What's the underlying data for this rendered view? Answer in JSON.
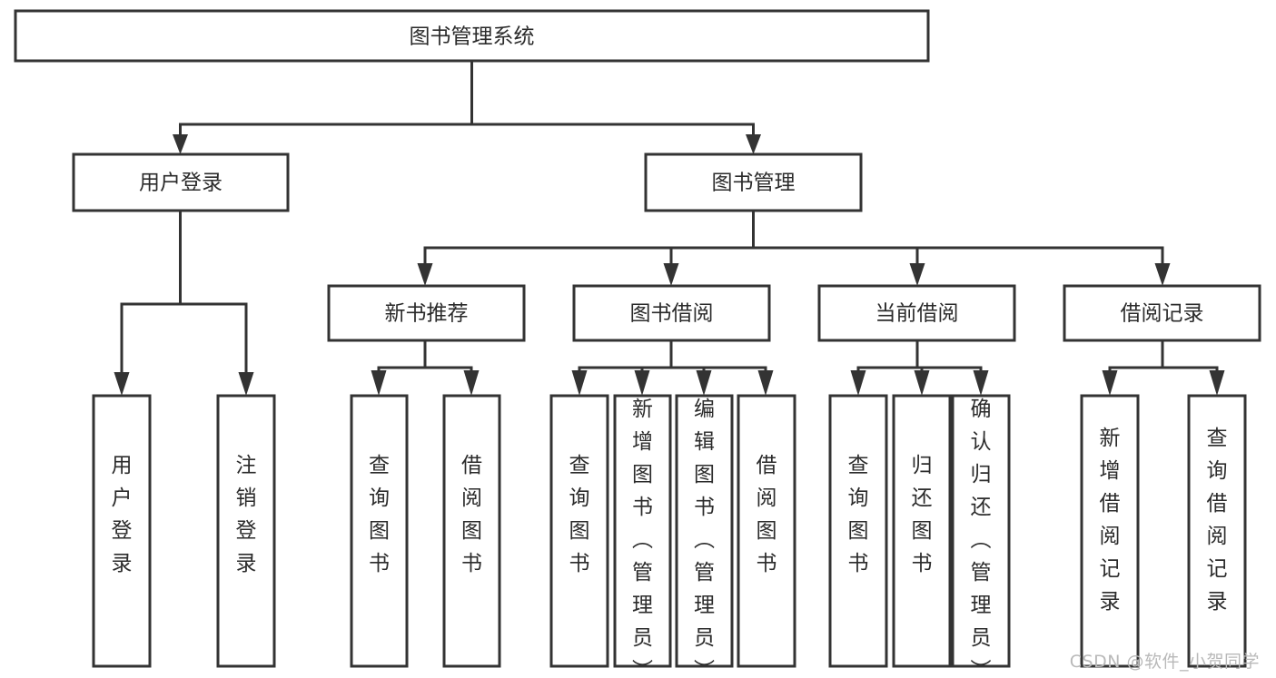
{
  "diagram": {
    "title": "图书管理系统",
    "type": "tree",
    "watermark": "CSDN @软件_小贺同学",
    "colors": {
      "box_fill": "#ffffff",
      "box_stroke": "#333333",
      "text": "#2b2b2b",
      "watermark": "#b9b9b9",
      "background": "#ffffff"
    },
    "levels": [
      {
        "level": 1,
        "nodes": [
          {
            "id": "root",
            "label": "图书管理系统",
            "orientation": "horizontal"
          }
        ]
      },
      {
        "level": 2,
        "nodes": [
          {
            "id": "login",
            "label": "用户登录",
            "orientation": "horizontal",
            "parent": "root"
          },
          {
            "id": "bookmgmt",
            "label": "图书管理",
            "orientation": "horizontal",
            "parent": "root"
          }
        ]
      },
      {
        "level": 3,
        "nodes": [
          {
            "id": "newbook",
            "label": "新书推荐",
            "orientation": "horizontal",
            "parent": "bookmgmt"
          },
          {
            "id": "borrow",
            "label": "图书借阅",
            "orientation": "horizontal",
            "parent": "bookmgmt"
          },
          {
            "id": "current",
            "label": "当前借阅",
            "orientation": "horizontal",
            "parent": "bookmgmt"
          },
          {
            "id": "record",
            "label": "借阅记录",
            "orientation": "horizontal",
            "parent": "bookmgmt"
          }
        ]
      },
      {
        "level": 4,
        "nodes": [
          {
            "id": "leaf-login-1",
            "label": "用户登录",
            "orientation": "vertical",
            "parent": "login"
          },
          {
            "id": "leaf-login-2",
            "label": "注销登录",
            "orientation": "vertical",
            "parent": "login"
          },
          {
            "id": "leaf-newbook-1",
            "label": "查询图书",
            "orientation": "vertical",
            "parent": "newbook"
          },
          {
            "id": "leaf-newbook-2",
            "label": "借阅图书",
            "orientation": "vertical",
            "parent": "newbook"
          },
          {
            "id": "leaf-borrow-1",
            "label": "查询图书",
            "orientation": "vertical",
            "parent": "borrow"
          },
          {
            "id": "leaf-borrow-2",
            "label": "新增图书（管理员）",
            "orientation": "vertical",
            "parent": "borrow"
          },
          {
            "id": "leaf-borrow-3",
            "label": "编辑图书（管理员）",
            "orientation": "vertical",
            "parent": "borrow"
          },
          {
            "id": "leaf-borrow-4",
            "label": "借阅图书",
            "orientation": "vertical",
            "parent": "borrow"
          },
          {
            "id": "leaf-current-1",
            "label": "查询图书",
            "orientation": "vertical",
            "parent": "current"
          },
          {
            "id": "leaf-current-2",
            "label": "归还图书",
            "orientation": "vertical",
            "parent": "current"
          },
          {
            "id": "leaf-current-3",
            "label": "确认归还（管理员）",
            "orientation": "vertical",
            "parent": "current"
          },
          {
            "id": "leaf-record-1",
            "label": "新增借阅记录",
            "orientation": "vertical",
            "parent": "record"
          },
          {
            "id": "leaf-record-2",
            "label": "查询借阅记录",
            "orientation": "vertical",
            "parent": "record"
          }
        ]
      }
    ]
  }
}
